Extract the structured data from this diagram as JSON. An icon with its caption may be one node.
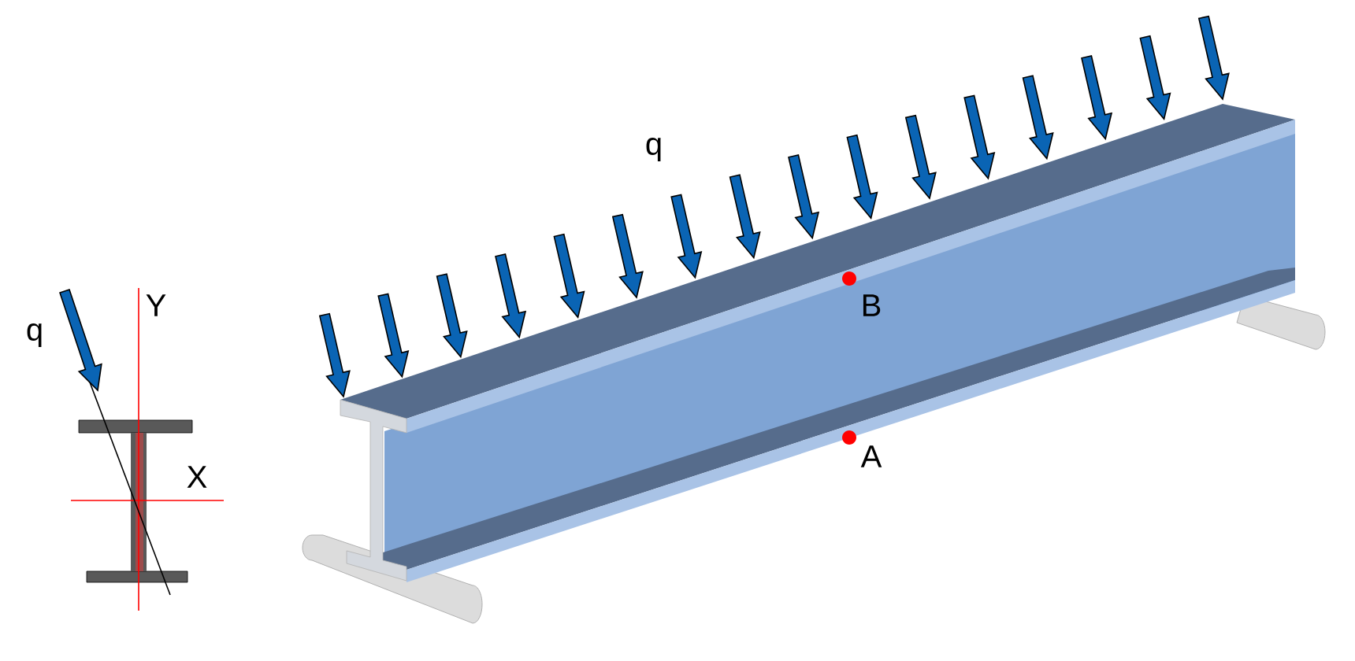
{
  "diagram": {
    "labels": [
      "q",
      "Y",
      "X",
      "q",
      "B",
      "A"
    ]
  }
}
